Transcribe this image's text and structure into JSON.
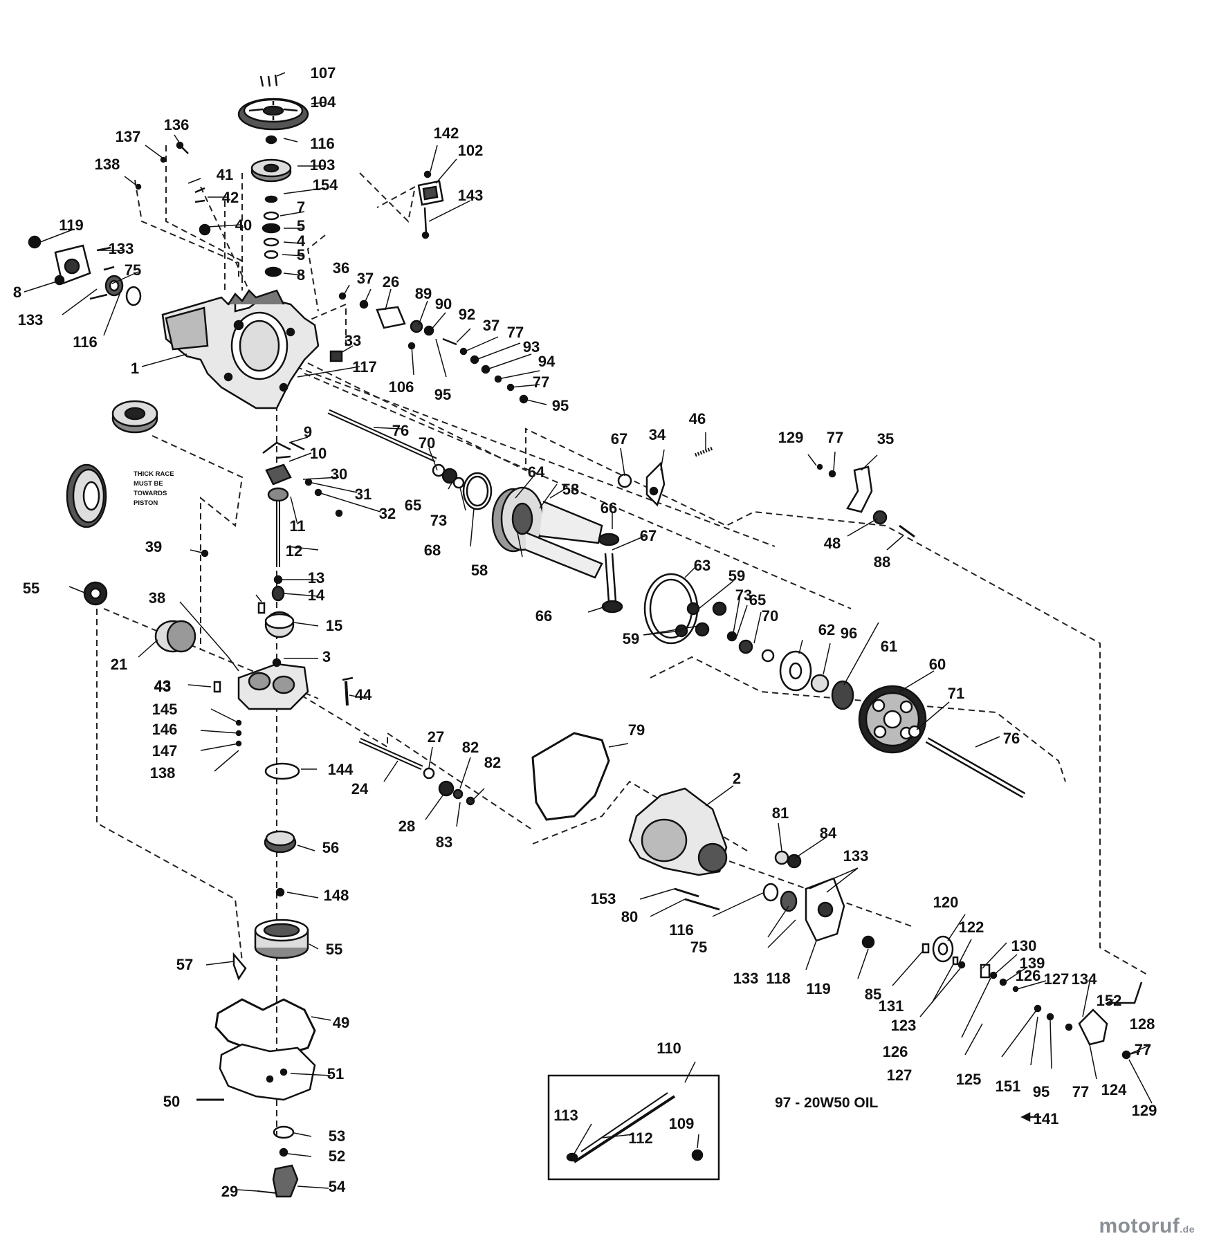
{
  "labels": [
    "107",
    "104",
    "136",
    "137",
    "116",
    "103",
    "138",
    "142",
    "102",
    "143",
    "41",
    "42",
    "154",
    "7",
    "40",
    "5",
    "4",
    "5",
    "8",
    "119",
    "133",
    "75",
    "8",
    "133",
    "116",
    "1",
    "36",
    "37",
    "26",
    "89",
    "90",
    "92",
    "37",
    "77",
    "93",
    "94",
    "77",
    "95",
    "33",
    "117",
    "106",
    "95",
    "9",
    "76",
    "10",
    "70",
    "30",
    "31",
    "32",
    "11",
    "12",
    "13",
    "14",
    "15",
    "3",
    "39",
    "55",
    "38",
    "21",
    "43",
    "43",
    "44",
    "145",
    "146",
    "147",
    "138",
    "65",
    "73",
    "68",
    "64",
    "58",
    "58",
    "66",
    "67",
    "66",
    "63",
    "59",
    "73",
    "65",
    "70",
    "59",
    "62",
    "96",
    "61",
    "60",
    "71",
    "76",
    "67",
    "34",
    "46",
    "129",
    "77",
    "35",
    "48",
    "88",
    "24",
    "27",
    "28",
    "82",
    "83",
    "82",
    "144",
    "56",
    "148",
    "55",
    "57",
    "49",
    "51",
    "50",
    "53",
    "52",
    "54",
    "29",
    "79",
    "2",
    "81",
    "84",
    "133",
    "153",
    "80",
    "116",
    "75",
    "133",
    "118",
    "119",
    "85",
    "120",
    "122",
    "130",
    "139",
    "126",
    "127",
    "134",
    "152",
    "131",
    "123",
    "126",
    "127",
    "125",
    "151",
    "95",
    "77",
    "124",
    "128",
    "77",
    "129",
    "141",
    "110",
    "113",
    "112",
    "109"
  ],
  "note_lines": [
    "THICK RACE",
    "MUST BE",
    "TOWARDS",
    "PISTON"
  ],
  "oil_note": "97 - 20W50 OIL",
  "watermark": {
    "part1": "motoruf",
    "part2": ".de"
  }
}
